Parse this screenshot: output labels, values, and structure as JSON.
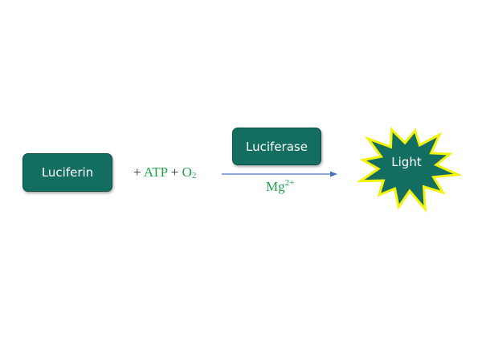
{
  "substrate": {
    "label": "Luciferin"
  },
  "reactants": {
    "plus_1": "+",
    "atp": "ATP",
    "plus_2": "+",
    "oxygen": "O",
    "oxygen_subscript": "2"
  },
  "enzyme": {
    "label": "Luciferase"
  },
  "cofactor": {
    "symbol": "Mg",
    "charge": "2+"
  },
  "product": {
    "label": "Light"
  },
  "colors": {
    "box_fill": "#136e61",
    "chemical_text": "#1fa04c",
    "arrow": "#4a72b8",
    "star_fill": "#136e61",
    "star_glow": "#f2f20a"
  }
}
